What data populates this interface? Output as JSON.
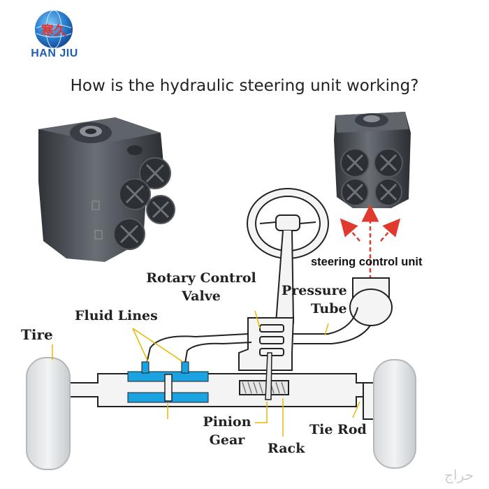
{
  "brand": {
    "name": "HAN JIU",
    "logo_mark": "寒久",
    "logo_icon": "globe-logo-icon"
  },
  "headline": "How is the hydraulic steering unit working?",
  "labels": {
    "rotary_control_valve": [
      "Rotary Control",
      "Valve"
    ],
    "pressure_tube": [
      "Pressure",
      "Tube"
    ],
    "fluid_lines": "Fluid Lines",
    "tire": "Tire",
    "pinion_gear": [
      "Pinion",
      "Gear"
    ],
    "rack": "Rack",
    "tie_rod": "Tie Rod",
    "steering_control_unit": "steering control unit"
  },
  "watermark": "حراج",
  "colors": {
    "brand_blue": "#1f5fb0",
    "cylinder_blue": "#1aa3e0",
    "leader_yellow": "#e8b800",
    "arrow_red": "#e03a2e",
    "unit_gray": "#45494e"
  }
}
